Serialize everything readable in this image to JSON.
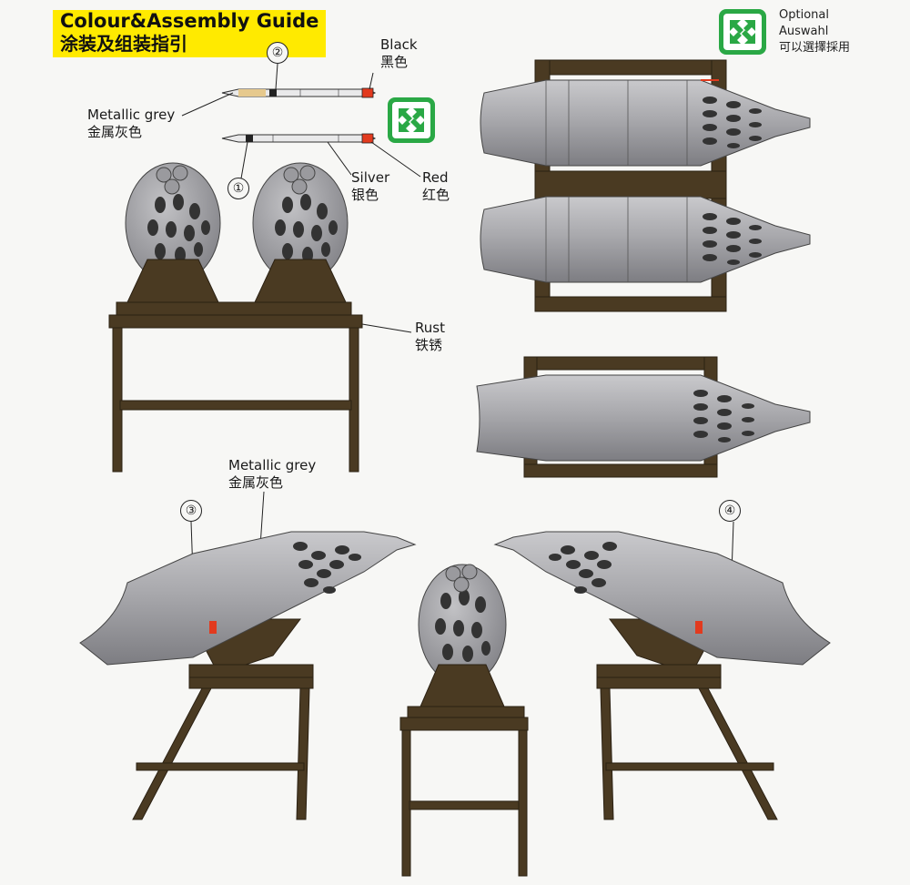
{
  "header": {
    "title_en": "Colour&Assembly Guide",
    "title_zh": "涂装及组装指引"
  },
  "optional": {
    "line1": "Optional",
    "line2": "Auswahl",
    "line3": "可以選擇採用",
    "icon": "optional-arrows-icon"
  },
  "labels": {
    "black_en": "Black",
    "black_zh": "黑色",
    "metallic_grey_en": "Metallic grey",
    "metallic_grey_zh": "金属灰色",
    "silver_en": "Silver",
    "silver_zh": "银色",
    "red_en": "Red",
    "red_zh": "红色",
    "rust_en": "Rust",
    "rust_zh": "铁锈",
    "metallic_grey2_en": "Metallic grey",
    "metallic_grey2_zh": "金属灰色"
  },
  "parts": [
    "①",
    "②",
    "③",
    "④"
  ],
  "colors": {
    "title_bg": "#ffea00",
    "rust": "#4a3a22",
    "metallic_grey": "#a8a8ac",
    "red": "#e23a1e",
    "green": "#2aa845"
  }
}
